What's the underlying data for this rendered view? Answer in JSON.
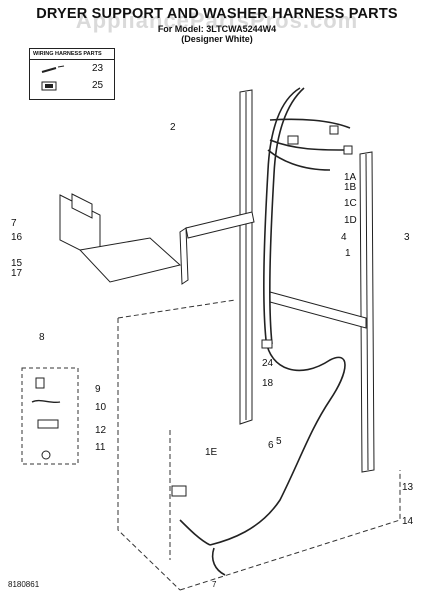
{
  "title": "DRYER SUPPORT AND WASHER HARNESS PARTS",
  "model_line": "For Model: 3LTCWA5244W4",
  "variant": "(Designer White)",
  "watermark": "AppliancePartsPros.com",
  "legend": {
    "heading": "WIRING HARNESS PARTS",
    "items": [
      "23",
      "25"
    ]
  },
  "callouts": [
    "1",
    "1A",
    "1B",
    "1C",
    "1D",
    "1E",
    "2",
    "3",
    "4",
    "5",
    "6",
    "7",
    "8",
    "9",
    "10",
    "11",
    "12",
    "13",
    "14",
    "15",
    "16",
    "17",
    "18",
    "24"
  ],
  "footer": {
    "left": "8180861",
    "center": "7"
  }
}
